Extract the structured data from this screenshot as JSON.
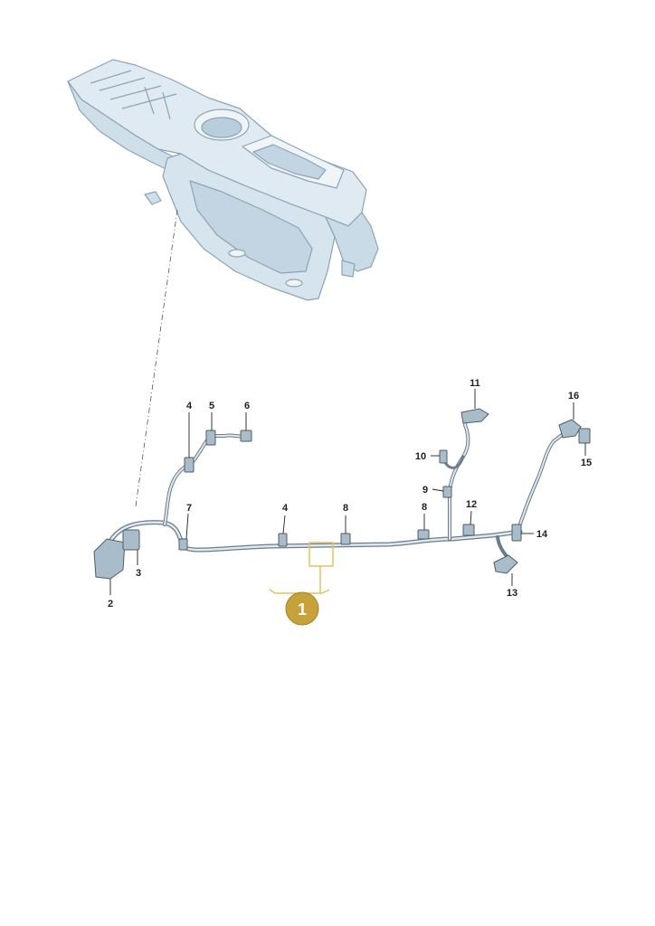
{
  "callouts": {
    "c2": "2",
    "c3": "3",
    "c4a": "4",
    "c5": "5",
    "c6": "6",
    "c7": "7",
    "c4b": "4",
    "c8a": "8",
    "c8b": "8",
    "c9": "9",
    "c10": "10",
    "c11": "11",
    "c12": "12",
    "c13": "13",
    "c14": "14",
    "c15": "15",
    "c16": "16"
  },
  "badge": {
    "label": "1"
  },
  "colors": {
    "console_fill": "#dbe8f1",
    "console_stroke": "#8da4b4",
    "harness_stroke": "#6b7d8b",
    "badge_fill": "#c7a13a",
    "highlight": "#e6c25c"
  },
  "icons": [
    "center-console",
    "wiring-harness",
    "connector",
    "clip"
  ]
}
